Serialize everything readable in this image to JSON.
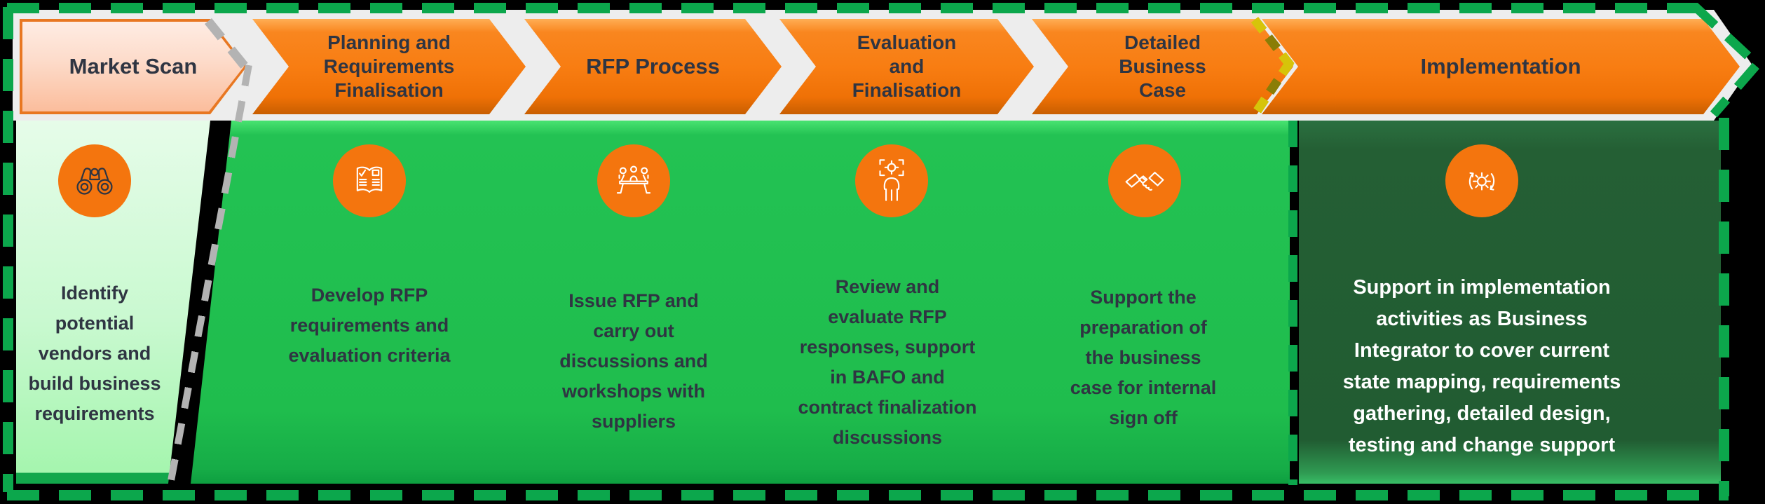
{
  "diagram": {
    "stages": [
      {
        "title": "Market Scan",
        "description": "Identify\npotential\nvendors and\nbuild business\nrequirements",
        "icon": "binoculars-icon"
      },
      {
        "title": "Planning and\nRequirements\nFinalisation",
        "description": "Develop RFP\nrequirements and\nevaluation criteria",
        "icon": "open-book-checklist-icon"
      },
      {
        "title": "RFP Process",
        "description": "Issue RFP and\ncarry out\ndiscussions and\nworkshops with\nsuppliers",
        "icon": "meeting-discussion-icon"
      },
      {
        "title": "Evaluation\nand\nFinalisation",
        "description": "Review and\nevaluate RFP\nresponses, support\nin BAFO and\ncontract finalization\ndiscussions",
        "icon": "person-target-icon"
      },
      {
        "title": "Detailed\nBusiness\nCase",
        "description": "Support the\npreparation of\nthe business\ncase for internal\nsign off",
        "icon": "handshake-icon"
      },
      {
        "title": "Implementation",
        "description": "Support in implementation\nactivities as Business\nIntegrator to cover current\nstate mapping, requirements\ngathering, detailed design,\ntesting and change support",
        "icon": "gear-cycle-icon"
      }
    ],
    "colors": {
      "chevron_orange": "#F87D12",
      "chevron_market_scan_fill": "#FDDCCB",
      "chevron_market_scan_border": "#E87722",
      "panel_mint": "#C9F9D0",
      "panel_green": "#1FBD4D",
      "panel_dark_green": "#215C32",
      "icon_circle_orange": "#F4750E",
      "border_dash_green": "#0CA74C",
      "divider_dash_gray": "#B3B3B3",
      "divider_dash_yellow": "#D6C40A",
      "title_text": "#2F3542",
      "body_text_dark": "#2F3542",
      "body_text_light": "#FFFFFF"
    }
  }
}
